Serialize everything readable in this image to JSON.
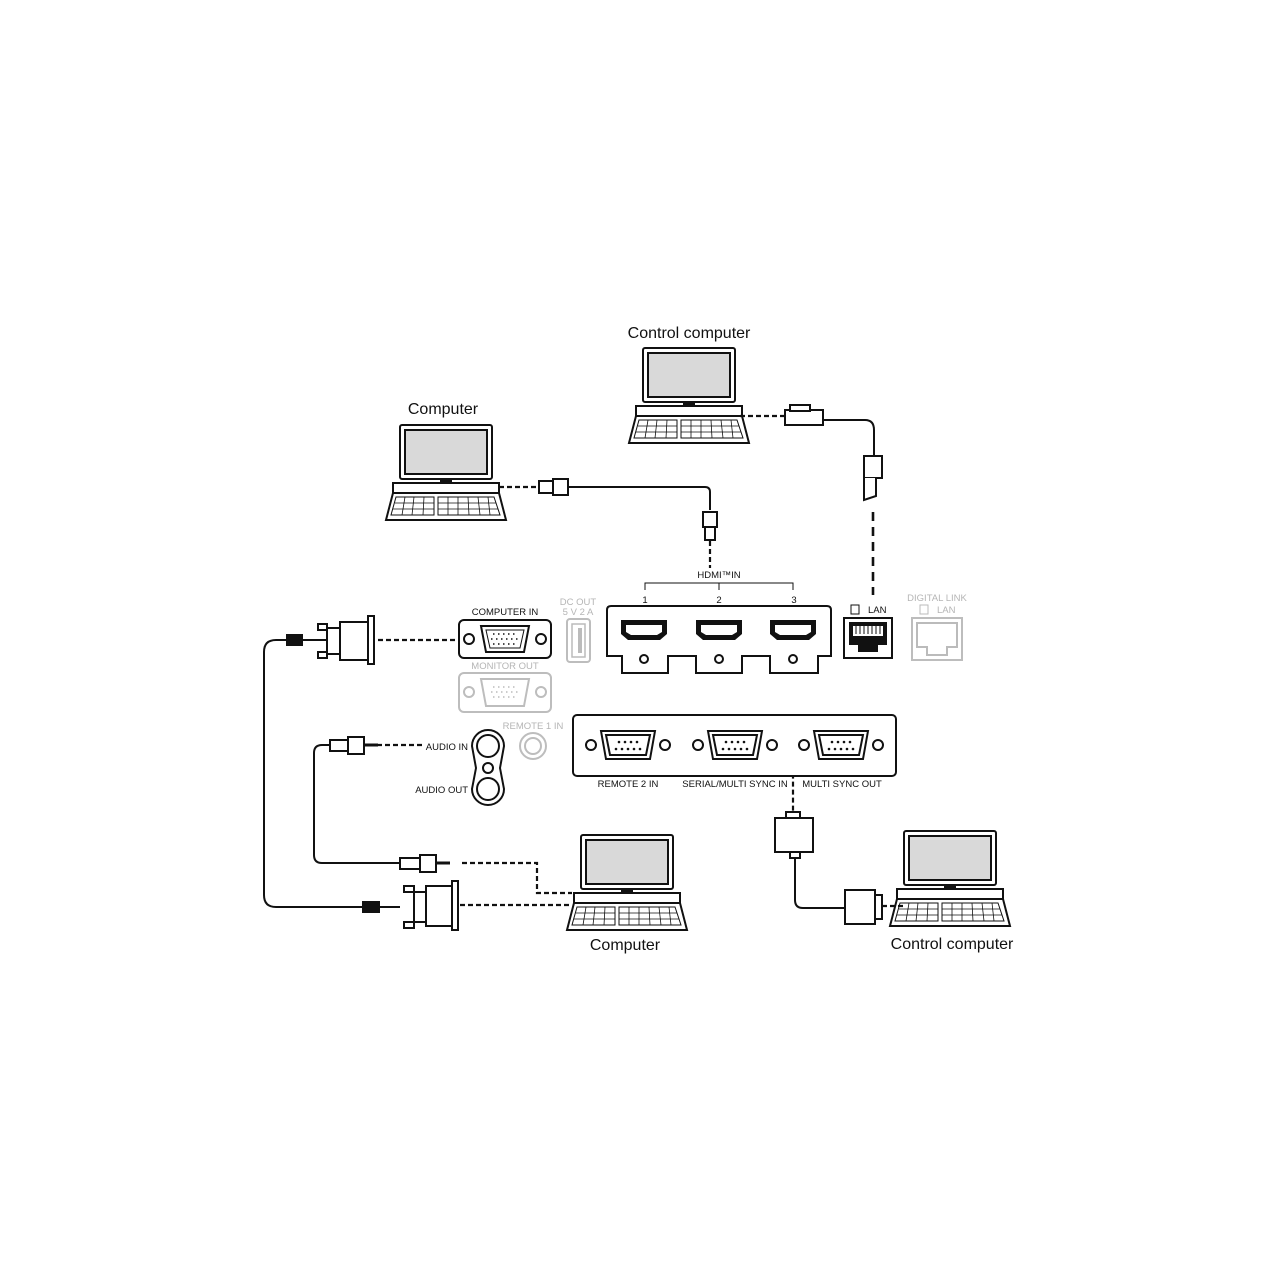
{
  "labels": {
    "control_computer_top": "Control computer",
    "computer_top": "Computer",
    "computer_bottom": "Computer",
    "control_computer_bottom": "Control computer"
  },
  "panel": {
    "hdmi_in": "HDMI™IN",
    "hdmi_ports": [
      "1",
      "2",
      "3"
    ],
    "lan": "LAN",
    "digital_link": "DIGITAL LINK",
    "digital_link_lan": "LAN",
    "computer_in": "COMPUTER IN",
    "dc_out": "DC OUT",
    "dc_out_rating": "5 V  2 A",
    "monitor_out": "MONITOR OUT",
    "remote1_in": "REMOTE 1 IN",
    "audio_in": "AUDIO IN",
    "audio_out": "AUDIO OUT",
    "remote2_in": "REMOTE 2 IN",
    "serial_multi_sync_in": "SERIAL/MULTI SYNC IN",
    "multi_sync_out": "MULTI SYNC OUT"
  }
}
